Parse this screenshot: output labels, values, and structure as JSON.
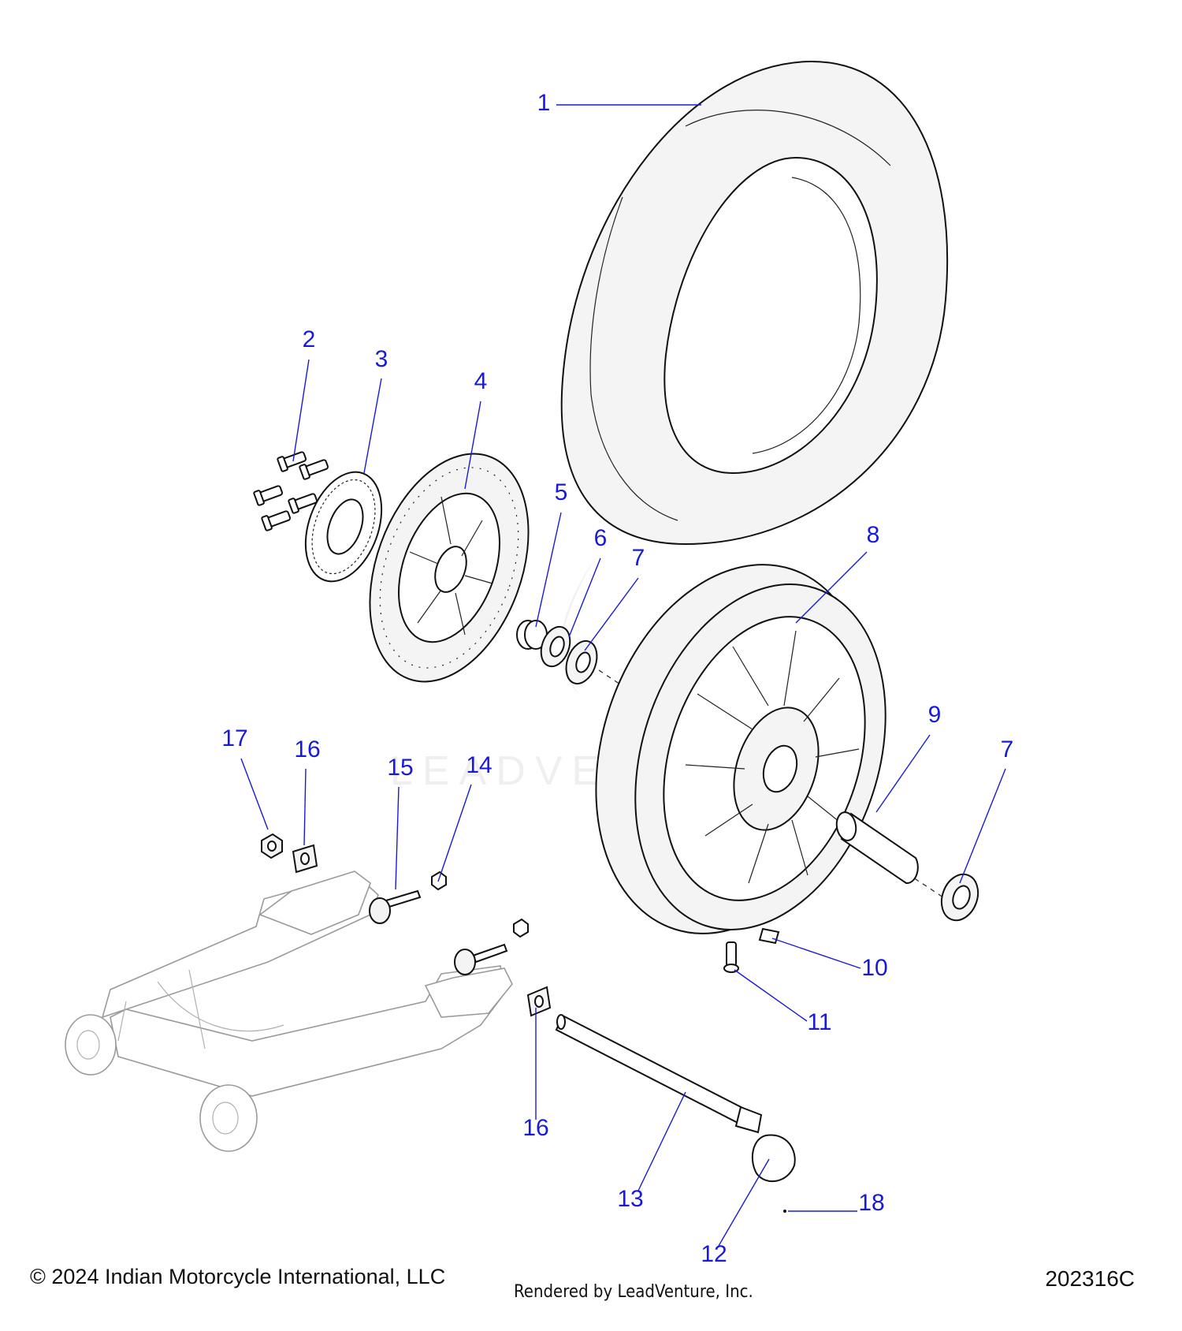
{
  "callouts": [
    {
      "label": "1",
      "num": [
        690,
        140
      ],
      "leader": [
        [
          706,
          133
        ],
        [
          890,
          133
        ]
      ]
    },
    {
      "label": "2",
      "num": [
        392,
        440
      ],
      "leader": [
        [
          392,
          456
        ],
        [
          372,
          585
        ]
      ]
    },
    {
      "label": "3",
      "num": [
        484,
        465
      ],
      "leader": [
        [
          484,
          480
        ],
        [
          462,
          600
        ]
      ]
    },
    {
      "label": "4",
      "num": [
        610,
        493
      ],
      "leader": [
        [
          610,
          509
        ],
        [
          590,
          620
        ]
      ]
    },
    {
      "label": "5",
      "num": [
        712,
        634
      ],
      "leader": [
        [
          712,
          650
        ],
        [
          680,
          795
        ]
      ]
    },
    {
      "label": "6",
      "num": [
        762,
        692
      ],
      "leader": [
        [
          762,
          708
        ],
        [
          722,
          808
        ]
      ]
    },
    {
      "label": "7",
      "num": [
        810,
        717
      ],
      "leader": [
        [
          810,
          733
        ],
        [
          742,
          825
        ]
      ]
    },
    {
      "label": "8",
      "num": [
        1108,
        688
      ],
      "leader": [
        [
          1100,
          700
        ],
        [
          1010,
          790
        ]
      ]
    },
    {
      "label": "9",
      "num": [
        1186,
        916
      ],
      "leader": [
        [
          1180,
          932
        ],
        [
          1112,
          1030
        ]
      ]
    },
    {
      "label": "7",
      "num": [
        1278,
        960
      ],
      "leader": [
        [
          1276,
          975
        ],
        [
          1218,
          1120
        ]
      ]
    },
    {
      "label": "10",
      "num": [
        1110,
        1237
      ],
      "leader": [
        [
          1092,
          1228
        ],
        [
          980,
          1190
        ]
      ]
    },
    {
      "label": "11",
      "num": [
        1040,
        1306
      ],
      "leader": [
        [
          1024,
          1295
        ],
        [
          932,
          1230
        ]
      ]
    },
    {
      "label": "12",
      "num": [
        906,
        1600
      ],
      "leader": [
        [
          912,
          1580
        ],
        [
          976,
          1470
        ]
      ]
    },
    {
      "label": "13",
      "num": [
        800,
        1530
      ],
      "leader": [
        [
          810,
          1510
        ],
        [
          870,
          1385
        ]
      ]
    },
    {
      "label": "14",
      "num": [
        608,
        980
      ],
      "leader": [
        [
          598,
          995
        ],
        [
          556,
          1118
        ]
      ]
    },
    {
      "label": "15",
      "num": [
        508,
        983
      ],
      "leader": [
        [
          506,
          998
        ],
        [
          502,
          1128
        ]
      ]
    },
    {
      "label": "16",
      "num": [
        390,
        960
      ],
      "leader": [
        [
          388,
          975
        ],
        [
          386,
          1072
        ]
      ]
    },
    {
      "label": "16",
      "num": [
        680,
        1440
      ],
      "leader": [
        [
          680,
          1420
        ],
        [
          680,
          1278
        ]
      ]
    },
    {
      "label": "17",
      "num": [
        298,
        946
      ],
      "leader": [
        [
          306,
          962
        ],
        [
          340,
          1052
        ]
      ]
    },
    {
      "label": "18",
      "num": [
        1106,
        1535
      ],
      "leader": [
        [
          1088,
          1536
        ],
        [
          1000,
          1536
        ]
      ]
    }
  ],
  "watermark_text": "LEADVENTURE",
  "footer": {
    "copyright": "© 2024 Indian Motorcycle International, LLC",
    "rendered_by": "Rendered by LeadVenture, Inc.",
    "diagram_code": "202316C"
  },
  "colors": {
    "callout": "#1a1ad6",
    "line": "#111111"
  }
}
